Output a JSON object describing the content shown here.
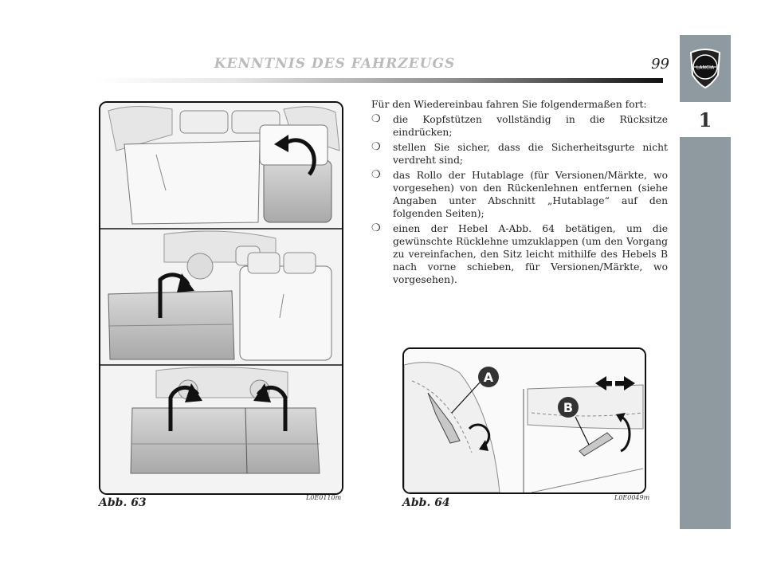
{
  "header": {
    "title": "KENNTNIS DES FAHRZEUGS",
    "page_number": "99"
  },
  "side_tab": {
    "logo_text": "LANCIA",
    "chapter": "1"
  },
  "body": {
    "intro": "Für den Wiedereinbau fahren Sie folgendermaßen fort:",
    "bullet_symbol": "❍",
    "items": [
      "die Kopfstützen vollständig in die Rücksitze eindrücken;",
      "stellen Sie sicher, dass die Sicherheitsgurte nicht verdreht sind;",
      "das Rollo der Hutablage (für Versionen/Märkte, wo vorgesehen) von den Rückenlehnen entfernen (siehe Angaben unter Abschnitt „Hutablage“ auf den folgenden Seiten);",
      "einen der Hebel A-Abb. 64 betätigen, um die gewünschte Rücklehne umzuklappen (um den Vorgang zu vereinfachen, den Sitz leicht mithilfe des Hebels B nach vorne schieben, für Versionen/Märkte, wo vorgesehen)."
    ]
  },
  "figures": {
    "fig63": {
      "caption": "Abb. 63",
      "code": "L0E0110m"
    },
    "fig64": {
      "caption": "Abb. 64",
      "code": "L0E0049m",
      "label_a": "A",
      "label_b": "B"
    }
  }
}
